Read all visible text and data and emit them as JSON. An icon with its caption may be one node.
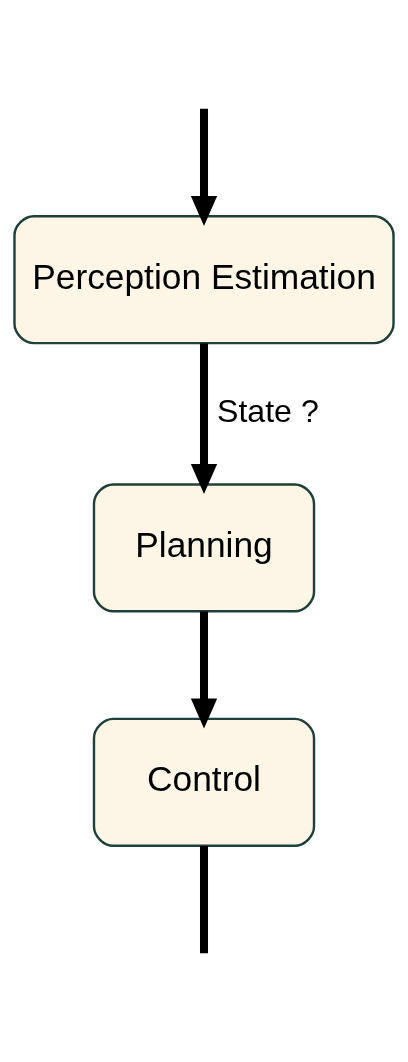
{
  "diagram": {
    "nodes": [
      {
        "text": [
          "Perception Estimation"
        ]
      },
      {
        "text": [
          "Planning"
        ]
      },
      {
        "text": [
          "Control"
        ]
      }
    ],
    "edges": [
      {
        "from": null,
        "to": 0,
        "arrow": "to"
      },
      {
        "from": 0,
        "to": 1,
        "arrow": "to",
        "label": "State ?"
      },
      {
        "from": 1,
        "to": 2,
        "arrow": "to"
      },
      {
        "from": 2,
        "to": null,
        "arrow": "none"
      }
    ]
  }
}
